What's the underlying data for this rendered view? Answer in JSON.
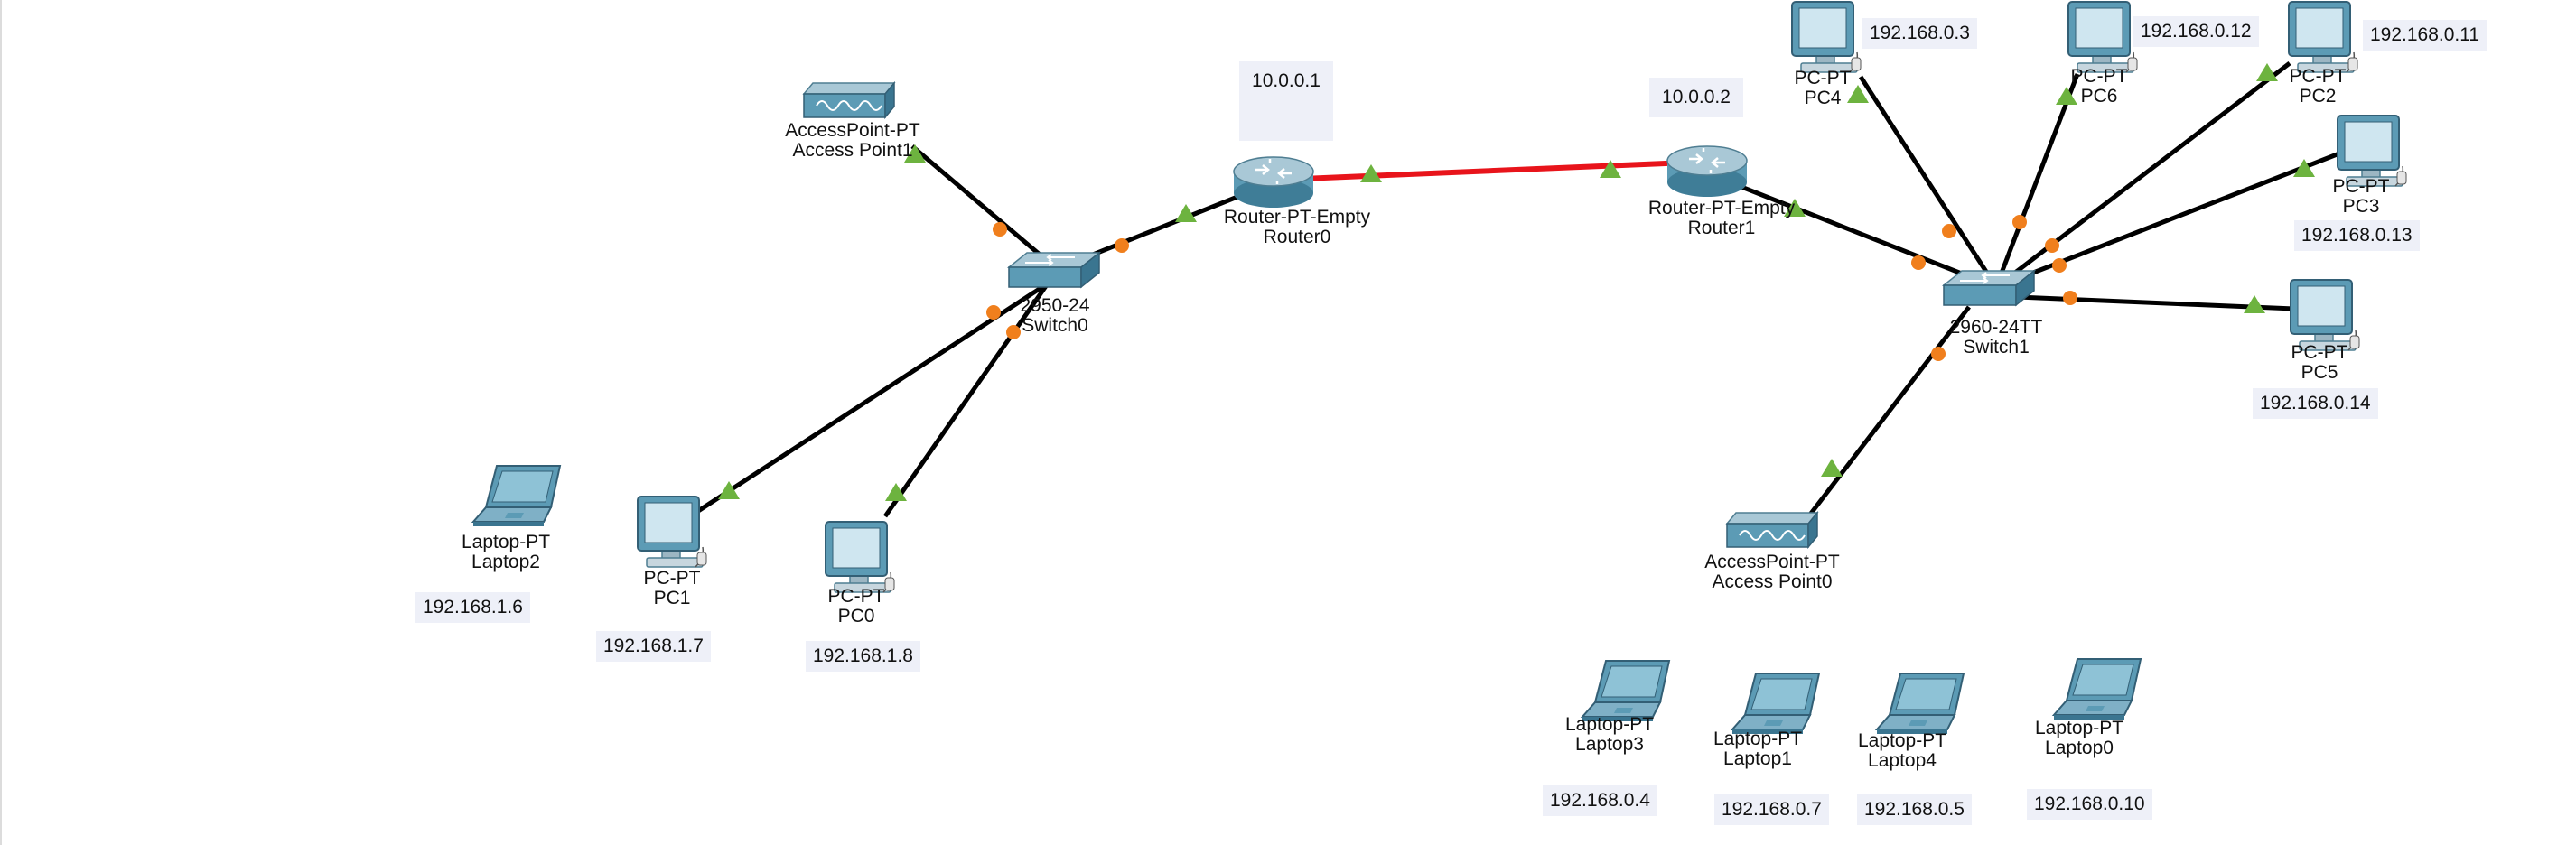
{
  "devices": {
    "access_point1": {
      "model": "AccessPoint-PT",
      "name": "Access Point1"
    },
    "switch0": {
      "model": "2950-24",
      "name": "Switch0"
    },
    "router0": {
      "model": "Router-PT-Empty",
      "name": "Router0",
      "ip": "10.0.0.1"
    },
    "router1": {
      "model": "Router-PT-Empty",
      "name": "Router1",
      "ip": "10.0.0.2"
    },
    "switch1": {
      "model": "2960-24TT",
      "name": "Switch1"
    },
    "access_point0": {
      "model": "AccessPoint-PT",
      "name": "Access Point0"
    },
    "laptop2": {
      "model": "Laptop-PT",
      "name": "Laptop2",
      "ip": "192.168.1.6"
    },
    "pc1": {
      "model": "PC-PT",
      "name": "PC1",
      "ip": "192.168.1.7"
    },
    "pc0": {
      "model": "PC-PT",
      "name": "PC0",
      "ip": "192.168.1.8"
    },
    "pc4": {
      "model": "PC-PT",
      "name": "PC4",
      "ip": "192.168.0.3"
    },
    "pc6": {
      "model": "PC-PT",
      "name": "PC6",
      "ip": "192.168.0.12"
    },
    "pc2": {
      "model": "PC-PT",
      "name": "PC2",
      "ip": "192.168.0.11"
    },
    "pc3": {
      "model": "PC-PT",
      "name": "PC3",
      "ip": "192.168.0.13"
    },
    "pc5": {
      "model": "PC-PT",
      "name": "PC5",
      "ip": "192.168.0.14"
    },
    "laptop3": {
      "model": "Laptop-PT",
      "name": "Laptop3",
      "ip": "192.168.0.4"
    },
    "laptop1": {
      "model": "Laptop-PT",
      "name": "Laptop1",
      "ip": "192.168.0.7"
    },
    "laptop4": {
      "model": "Laptop-PT",
      "name": "Laptop4",
      "ip": "192.168.0.5"
    },
    "laptop0": {
      "model": "Laptop-PT",
      "name": "Laptop0",
      "ip": "192.168.0.10"
    }
  },
  "colors": {
    "link": "#000000",
    "serial_link": "#e8141b",
    "port_up": "#6db33f",
    "port_orange": "#f07f1d",
    "device_body": "#5c9bb5",
    "device_dark": "#3a7590",
    "ip_box_bg": "#eef0f8"
  },
  "icons": {
    "pc": "desktop-pc-icon",
    "laptop": "laptop-icon",
    "router": "router-icon",
    "switch": "switch-icon",
    "access_point": "access-point-icon"
  }
}
